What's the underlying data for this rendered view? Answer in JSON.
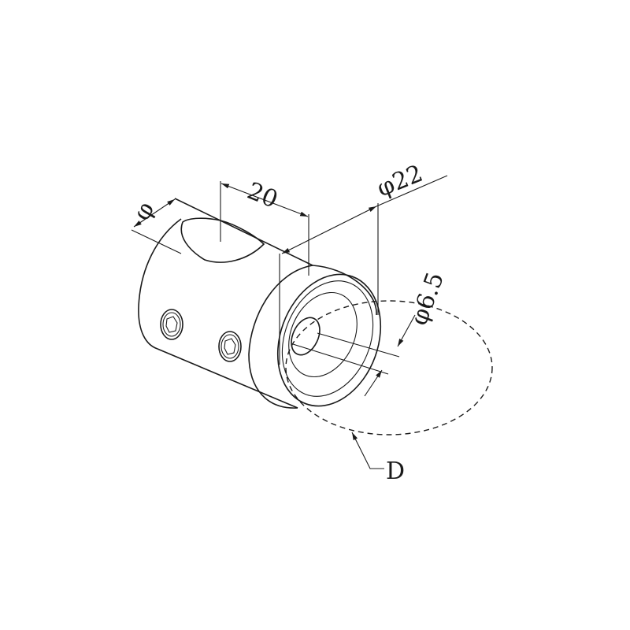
{
  "drawing": {
    "dim_phi_body": "φ",
    "dim_length": "20",
    "dim_outer_diameter": "φ22",
    "dim_hole_diameter": "φ6.5",
    "label_detail": "D"
  }
}
